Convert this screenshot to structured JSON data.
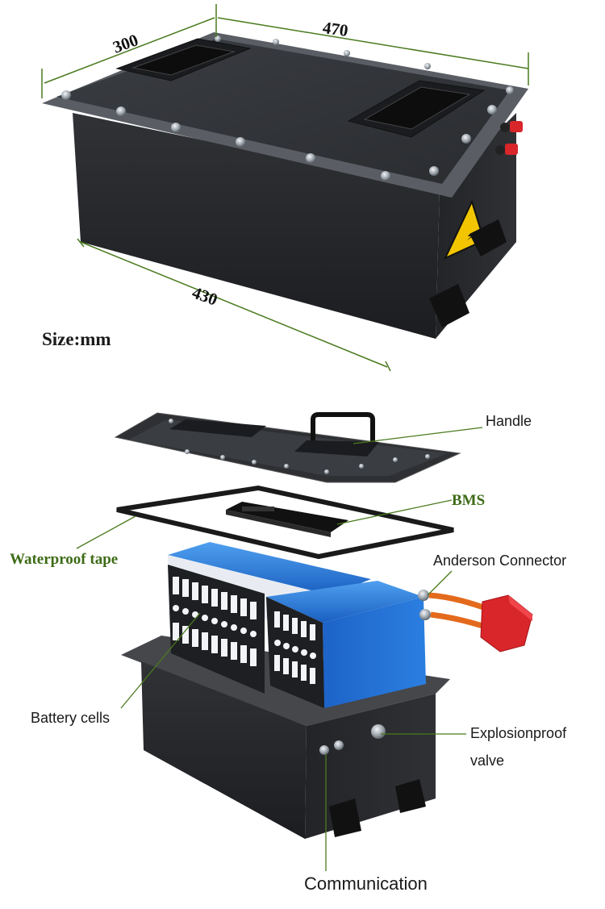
{
  "dimensions": {
    "width": "470",
    "depth": "300",
    "length": "430",
    "unit_note": "Size:mm"
  },
  "labels": {
    "handle": "Handle",
    "bms": "BMS",
    "waterproof_tape": "Waterproof tape",
    "anderson_connector": "Anderson Connector",
    "battery_cells": "Battery cells",
    "explosionproof_line1": "Explosionproof",
    "explosionproof_line2": "valve",
    "communication": "Communication"
  },
  "colors": {
    "leader_line": "#4a7a1e",
    "green_text": "#3d6b16",
    "case_dark": "#2b2d30",
    "cell_blue": "#1e6fd0",
    "connector_red": "#d9262a",
    "cable_orange": "#e36a1c",
    "warning_yellow": "#f2c500"
  }
}
